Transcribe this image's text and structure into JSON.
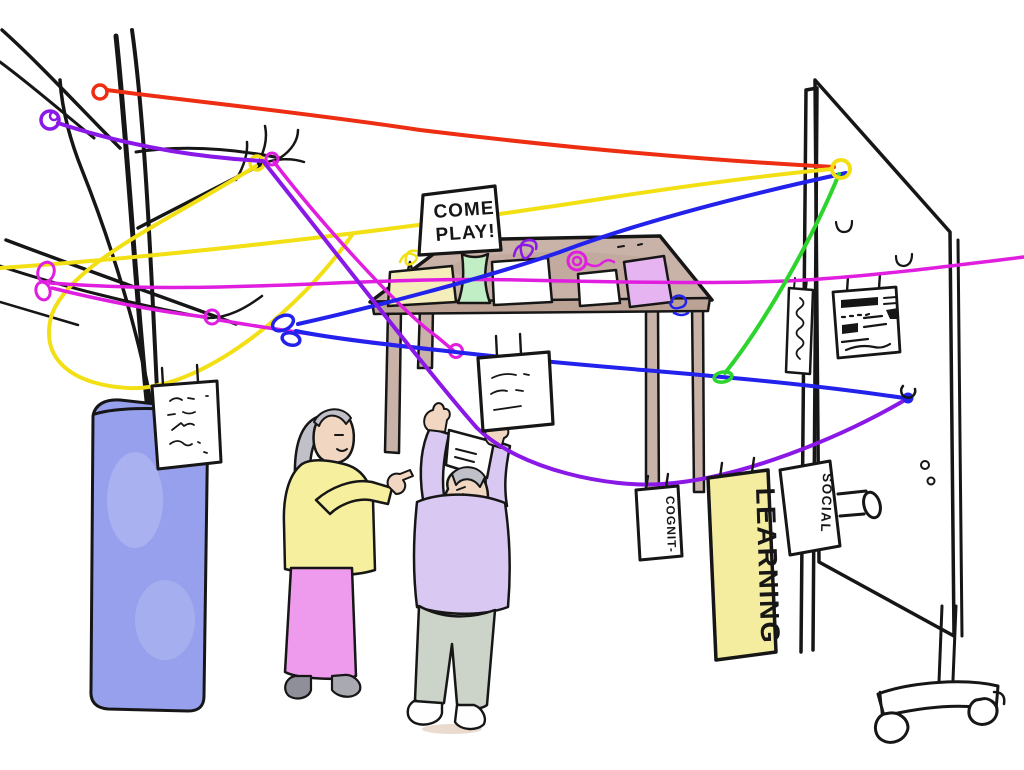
{
  "signs": {
    "come_play_line1": "COME",
    "come_play_line2": "PLAY!",
    "learning": "LEARNING",
    "cognition": "COGNIT-",
    "social": "SOCIAL"
  },
  "palette": {
    "red_string": "#ee2e12",
    "yellow_string": "#f2e014",
    "magenta_string": "#e01ee0",
    "blue_string": "#2222ec",
    "green_string": "#2cd42c",
    "purple_string": "#8a18e6",
    "vase": "#96a0ec",
    "vase_highlight": "#b9c0f4",
    "table": "#c9b2a8",
    "table_edge": "#bca295",
    "banner": "#f4eda0",
    "woman_top": "#f5ef9e",
    "woman_skirt": "#ee9bee",
    "man_shirt": "#d9c8f2",
    "man_pants": "#ccd3c9",
    "skin": "#f1d6c1",
    "hair": "#c0c1c8",
    "paper_yellow": "#f5edba",
    "paper_green": "#c1eec4",
    "paper_violet": "#e6b5f1",
    "ink": "#161616"
  }
}
